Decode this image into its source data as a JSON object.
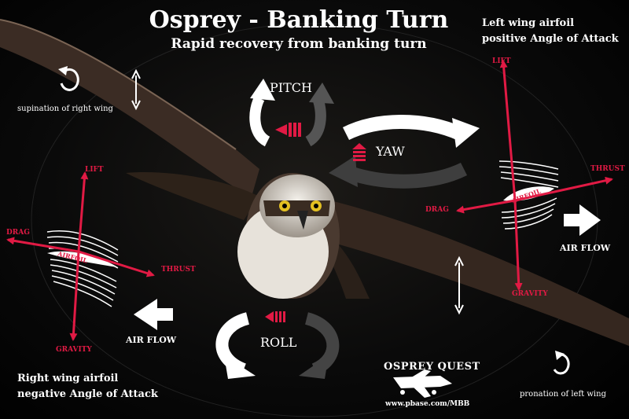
{
  "title": "Osprey - Banking Turn",
  "subtitle": "Rapid recovery from banking turn",
  "left_wing": {
    "caption_line1": "Left wing airfoil",
    "caption_line2": "positive Angle of Attack",
    "airfoil_label": "AIRFOIL",
    "forces": {
      "lift": "LIFT",
      "drag": "DRAG",
      "thrust": "THRUST",
      "gravity": "GRAVITY"
    },
    "air_flow": "AIR FLOW"
  },
  "right_wing": {
    "caption_line1": "Right wing airfoil",
    "caption_line2": "negative Angle of Attack",
    "airfoil_label": "AIRFOIL",
    "forces": {
      "lift": "LIFT",
      "drag": "DRAG",
      "thrust": "THRUST",
      "gravity": "GRAVITY"
    },
    "air_flow": "AIR FLOW"
  },
  "motions": {
    "pitch": "PITCH",
    "yaw": "YAW",
    "roll": "ROLL"
  },
  "wing_motion": {
    "supination": "supination of right wing",
    "pronation": "pronation of left wing"
  },
  "logo": {
    "text": "OSPREY QUEST",
    "url": "www.pbase.com/MBB"
  },
  "colors": {
    "force_red": "#e11a44",
    "background": "#000000",
    "text": "#ffffff",
    "wing_brown": "#3b2c24"
  }
}
